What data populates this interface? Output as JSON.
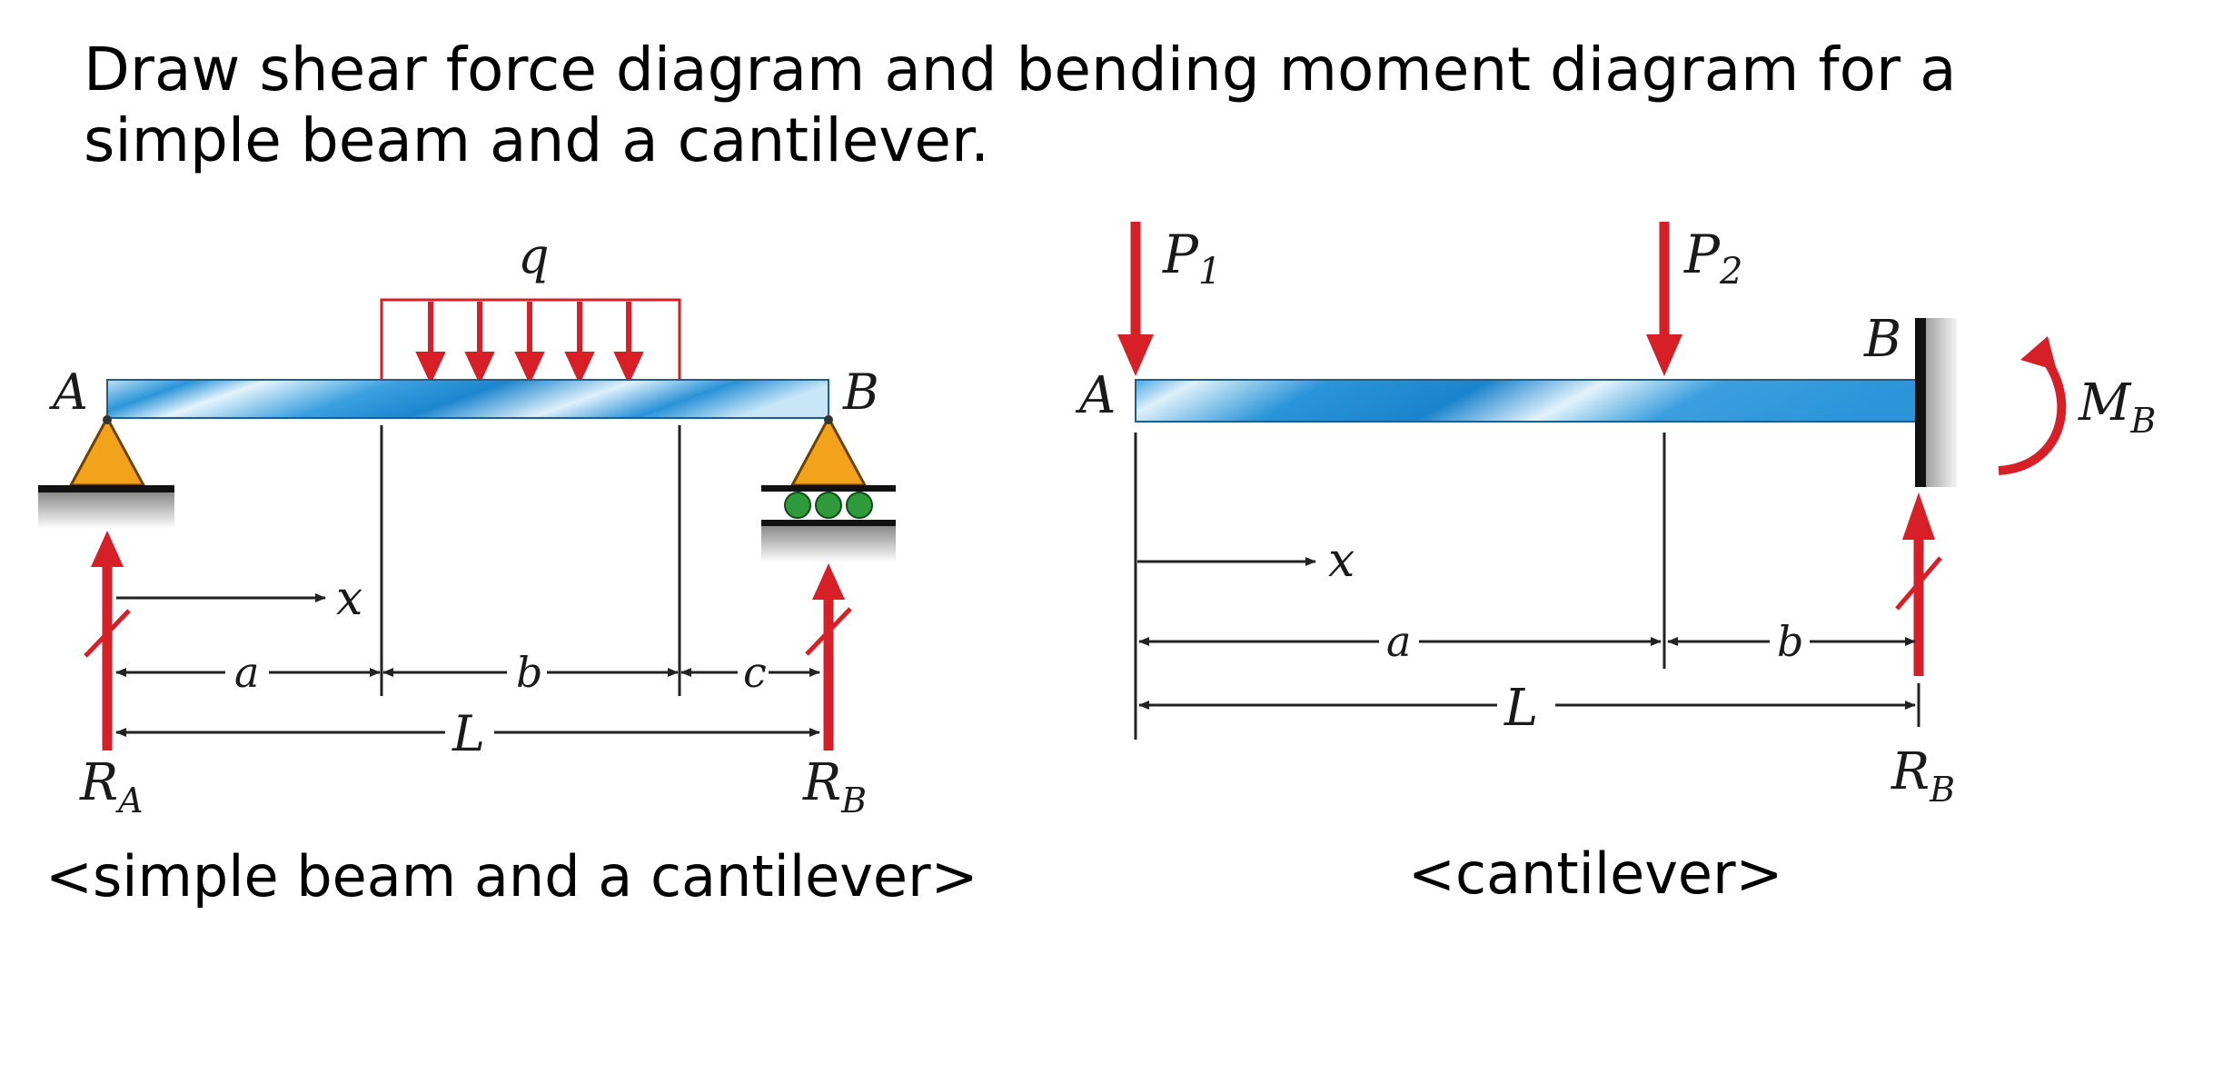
{
  "heading": {
    "line1": "Draw shear force diagram and bending moment diagram for a",
    "line2": "simple beam and a cantilever."
  },
  "captions": {
    "left": "<simple beam and a cantilever>",
    "right": "<cantilever>"
  },
  "simple_beam": {
    "load_label": "q",
    "end_a": "A",
    "end_b": "B",
    "x_label": "x",
    "dim_a": "a",
    "dim_b": "b",
    "dim_c": "c",
    "dim_l": "L",
    "reaction_a": "R",
    "reaction_a_sub": "A",
    "reaction_b": "R",
    "reaction_b_sub": "B"
  },
  "cantilever": {
    "load1": "P",
    "load1_sub": "1",
    "load2": "P",
    "load2_sub": "2",
    "end_a": "A",
    "end_b": "B",
    "moment": "M",
    "moment_sub": "B",
    "x_label": "x",
    "dim_a": "a",
    "dim_b": "b",
    "dim_l": "L",
    "reaction_b": "R",
    "reaction_b_sub": "B"
  },
  "colors": {
    "beam_light": "#d6ecfa",
    "beam_dark": "#1f8fd6",
    "load_red": "#d61f26",
    "support_orange": "#f3a21c",
    "roller_green": "#2e9a3c"
  }
}
